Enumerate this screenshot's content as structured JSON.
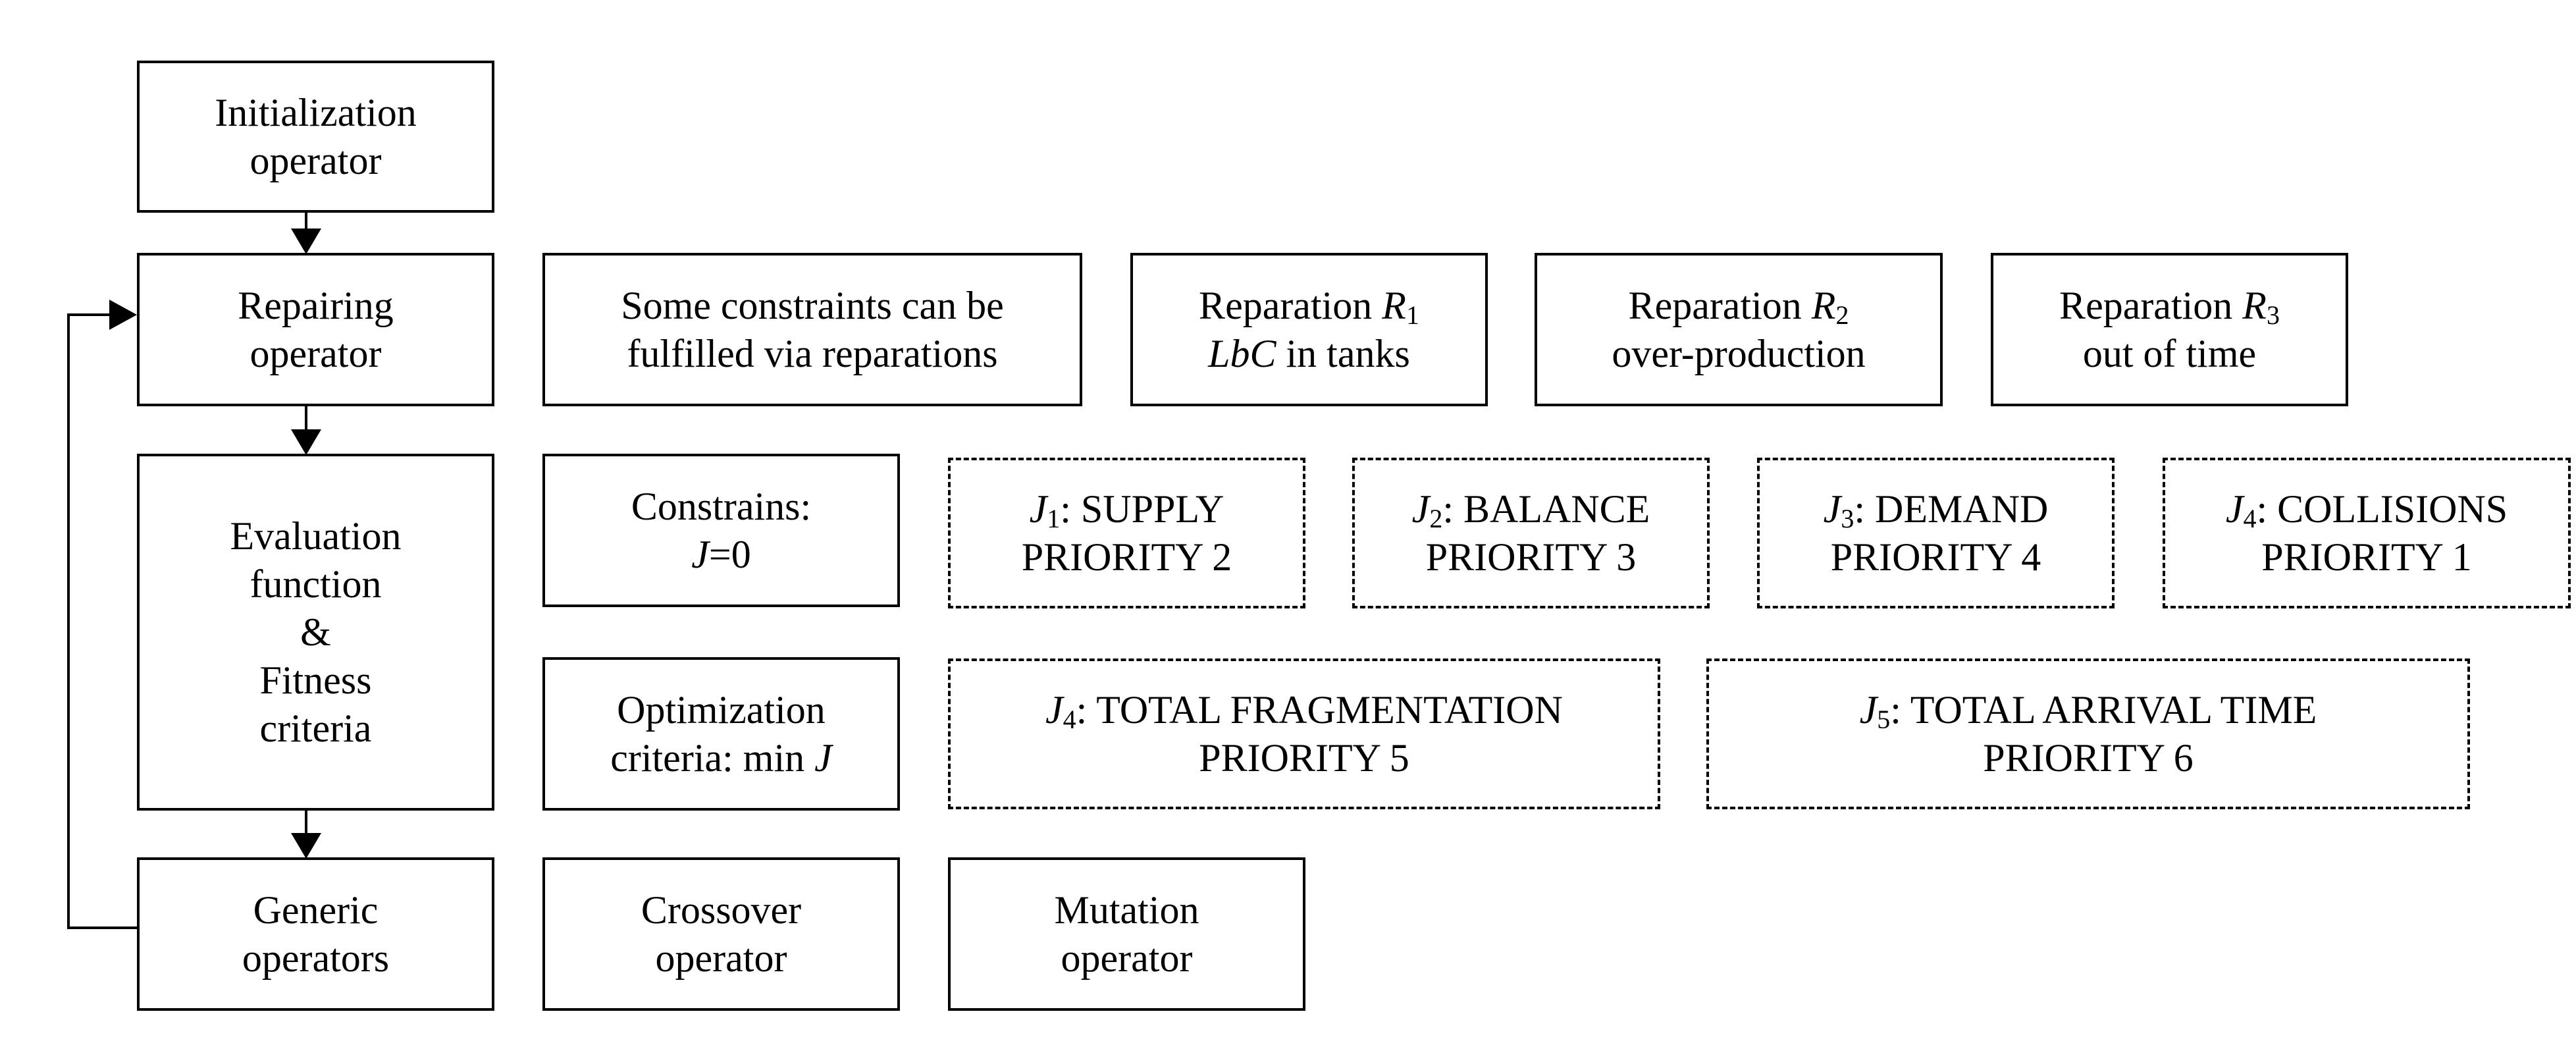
{
  "init_operator": {
    "line1": "Initialization",
    "line2": "operator"
  },
  "repairing_operator": {
    "line1": "Repairing",
    "line2": "operator"
  },
  "evaluation": {
    "line1": "Evaluation",
    "line2": "function",
    "line3": "&",
    "line4": "Fitness",
    "line5": "criteria"
  },
  "generic_operators": {
    "line1": "Generic",
    "line2": "operators"
  },
  "reparations_note": {
    "line1_words": [
      "Some",
      "constraints",
      "can",
      "be"
    ],
    "line2": "fulfilled via reparations"
  },
  "reparation_r1": {
    "prefix": "Reparation ",
    "var": "R",
    "sub": "1",
    "line2_var": "LbC",
    "line2_rest": " in tanks"
  },
  "reparation_r2": {
    "prefix": "Reparation ",
    "var": "R",
    "sub": "2",
    "line2": "over-production"
  },
  "reparation_r3": {
    "prefix": "Reparation ",
    "var": "R",
    "sub": "3",
    "line2": "out of time"
  },
  "constraints_box": {
    "line1": "Constrains:",
    "var": "J",
    "rest": "=0"
  },
  "j1": {
    "var": "J",
    "sub": "1",
    "label": ": SUPPLY",
    "priority": "PRIORITY 2"
  },
  "j2": {
    "var": "J",
    "sub": "2",
    "label": ": BALANCE",
    "priority": "PRIORITY 3"
  },
  "j3": {
    "var": "J",
    "sub": "3",
    "label": ": DEMAND",
    "priority": "PRIORITY 4"
  },
  "j4_collisions": {
    "var": "J",
    "sub": "4",
    "label": ": COLLISIONS",
    "priority": "PRIORITY 1"
  },
  "optimization_box": {
    "line1": "Optimization",
    "line2_prefix": "criteria: min ",
    "var": "J"
  },
  "j4_fragmentation": {
    "var": "J",
    "sub": "4",
    "label": ": TOTAL FRAGMENTATION",
    "priority": "PRIORITY 5"
  },
  "j5_arrival": {
    "var": "J",
    "sub": "5",
    "label": ": TOTAL ARRIVAL TIME",
    "priority": "PRIORITY 6"
  },
  "crossover": {
    "line1": "Crossover",
    "line2": "operator"
  },
  "mutation": {
    "line1": "Mutation",
    "line2": "operator"
  }
}
